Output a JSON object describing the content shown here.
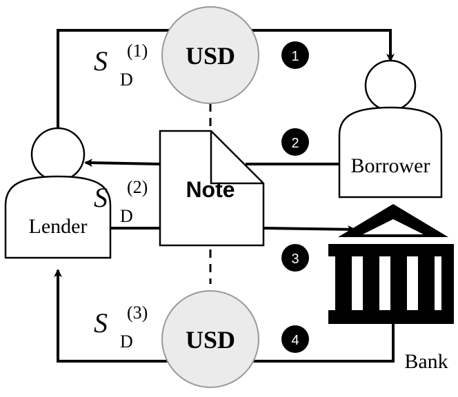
{
  "nodes": {
    "lender": {
      "label": "Lender"
    },
    "borrower": {
      "label": "Borrower"
    },
    "bank": {
      "label": "Bank"
    },
    "note": {
      "label": "Note"
    },
    "usd_top": {
      "label": "USD"
    },
    "usd_bottom": {
      "label": "USD"
    }
  },
  "steps": [
    "1",
    "2",
    "3",
    "4"
  ],
  "signatures": [
    {
      "base": "S",
      "sub": "D",
      "sup": "(1)"
    },
    {
      "base": "S",
      "sub": "D",
      "sup": "(2)"
    },
    {
      "base": "S",
      "sub": "D",
      "sup": "(3)"
    }
  ],
  "colors": {
    "stroke": "#000000",
    "coin_fill": "#ebebeb",
    "badge_fill": "#000000",
    "badge_text": "#ffffff"
  }
}
